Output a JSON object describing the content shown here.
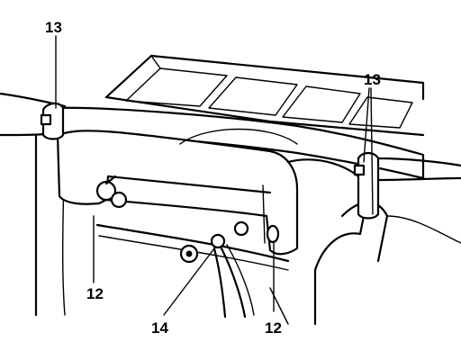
{
  "callouts": {
    "clamp_left": "13",
    "clamp_right": "13",
    "bolt_left": "12",
    "bolt_right": "12",
    "cable": "14"
  }
}
